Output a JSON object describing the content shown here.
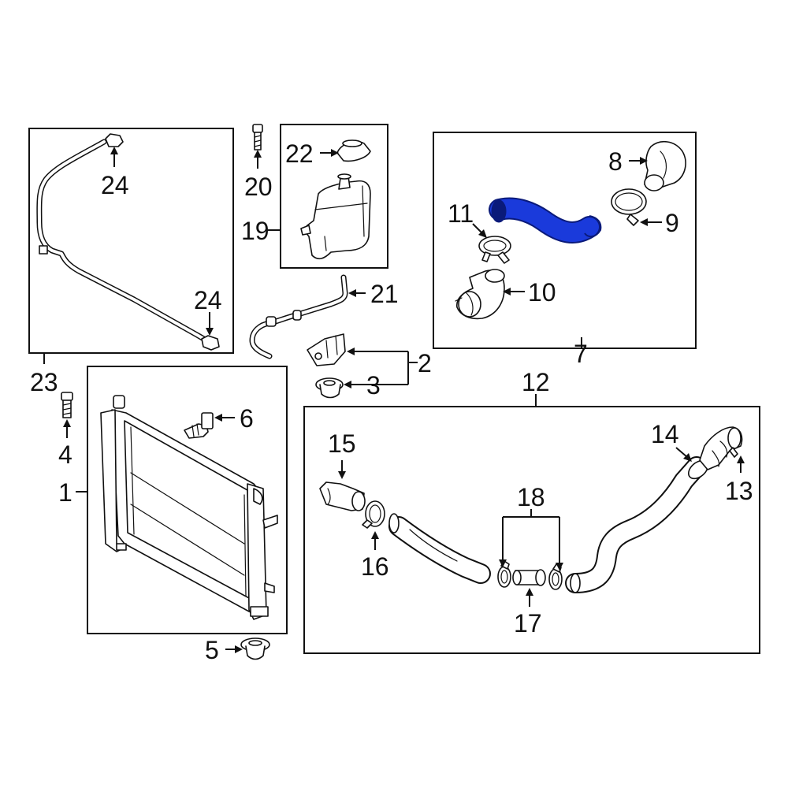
{
  "highlight_color": "#1a3adb",
  "callouts": {
    "c1": "1",
    "c2": "2",
    "c3": "3",
    "c4": "4",
    "c5": "5",
    "c6": "6",
    "c7": "7",
    "c8": "8",
    "c9": "9",
    "c10": "10",
    "c11": "11",
    "c12": "12",
    "c13": "13",
    "c14": "14",
    "c15": "15",
    "c16": "16",
    "c17": "17",
    "c18": "18",
    "c19": "19",
    "c20": "20",
    "c21": "21",
    "c22": "22",
    "c23": "23",
    "c24a": "24",
    "c24b": "24"
  }
}
